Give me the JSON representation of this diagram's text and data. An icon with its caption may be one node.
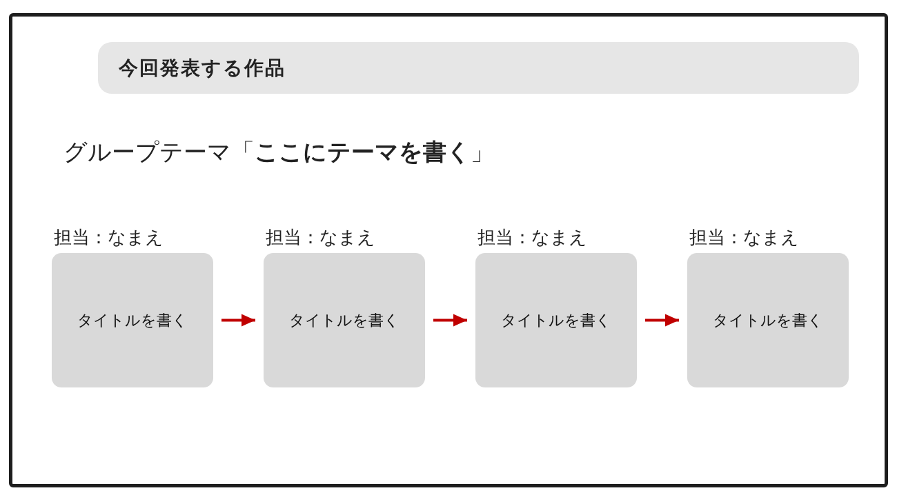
{
  "diagram": {
    "title": "今回発表する作品",
    "nodes": [
      {
        "text": [
          "タイトルを書く"
        ],
        "beside": [
          "担当：なまえ"
        ]
      },
      {
        "text": [
          "タイトルを書く"
        ],
        "beside": [
          "担当：なまえ"
        ]
      },
      {
        "text": [
          "タイトルを書く"
        ],
        "beside": [
          "担当：なまえ"
        ]
      },
      {
        "text": [
          "タイトルを書く"
        ],
        "beside": [
          "担当：なまえ"
        ]
      }
    ],
    "edges": [
      {
        "from": 0,
        "to": 1,
        "arrow": "to"
      },
      {
        "from": 1,
        "to": 2,
        "arrow": "to"
      },
      {
        "from": 2,
        "to": 3,
        "arrow": "to"
      }
    ],
    "labels": [
      "グループテーマ「**ここにテーマを書く**」"
    ]
  }
}
